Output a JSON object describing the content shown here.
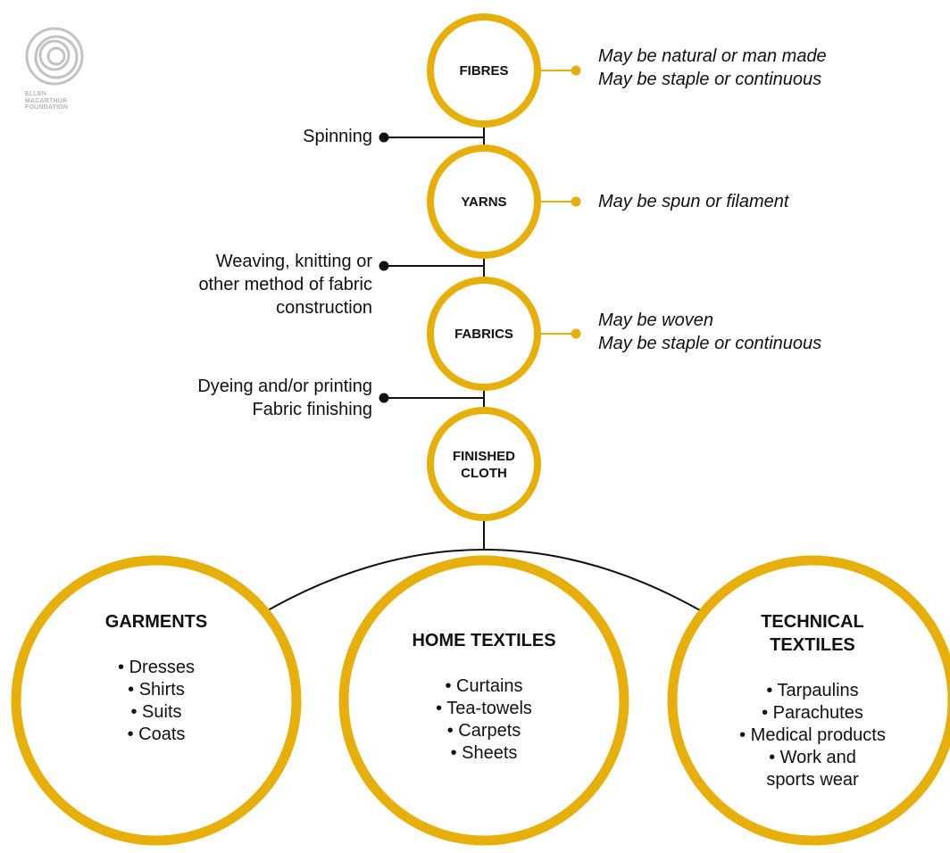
{
  "colors": {
    "ring": "#E6AF0A",
    "line": "#111111",
    "logo": "#b5b5b5"
  },
  "logo": {
    "lines": [
      "ELLEN",
      "MACARTHUR",
      "FOUNDATION"
    ]
  },
  "stages": [
    {
      "id": "fibres",
      "lines": [
        "FIBRES"
      ]
    },
    {
      "id": "yarns",
      "lines": [
        "YARNS"
      ]
    },
    {
      "id": "fabrics",
      "lines": [
        "FABRICS"
      ]
    },
    {
      "id": "finished-cloth",
      "lines": [
        "FINISHED",
        "CLOTH"
      ]
    }
  ],
  "processes": [
    {
      "id": "spinning",
      "lines": [
        "Spinning"
      ]
    },
    {
      "id": "fabric-construction",
      "lines": [
        "Weaving, knitting or",
        "other method of fabric",
        "construction"
      ]
    },
    {
      "id": "finishing",
      "lines": [
        "Dyeing and/or printing",
        "Fabric finishing"
      ]
    }
  ],
  "notes": [
    {
      "id": "fibres-note",
      "lines": [
        "May be natural or man made",
        "May be staple or continuous"
      ]
    },
    {
      "id": "yarns-note",
      "lines": [
        "May be spun or filament"
      ]
    },
    {
      "id": "fabrics-note",
      "lines": [
        "May be woven",
        "May be staple or continuous"
      ]
    }
  ],
  "end_uses": [
    {
      "id": "garments",
      "title": [
        "GARMENTS"
      ],
      "items": [
        "• Dresses",
        "• Shirts",
        "• Suits",
        "• Coats"
      ]
    },
    {
      "id": "home-textiles",
      "title": [
        "HOME TEXTILES"
      ],
      "items": [
        "• Curtains",
        "• Tea-towels",
        "• Carpets",
        "• Sheets"
      ]
    },
    {
      "id": "technical-textiles",
      "title": [
        "TECHNICAL",
        "TEXTILES"
      ],
      "items": [
        "• Tarpaulins",
        "• Parachutes",
        "• Medical products",
        "• Work and",
        "sports wear"
      ]
    }
  ]
}
